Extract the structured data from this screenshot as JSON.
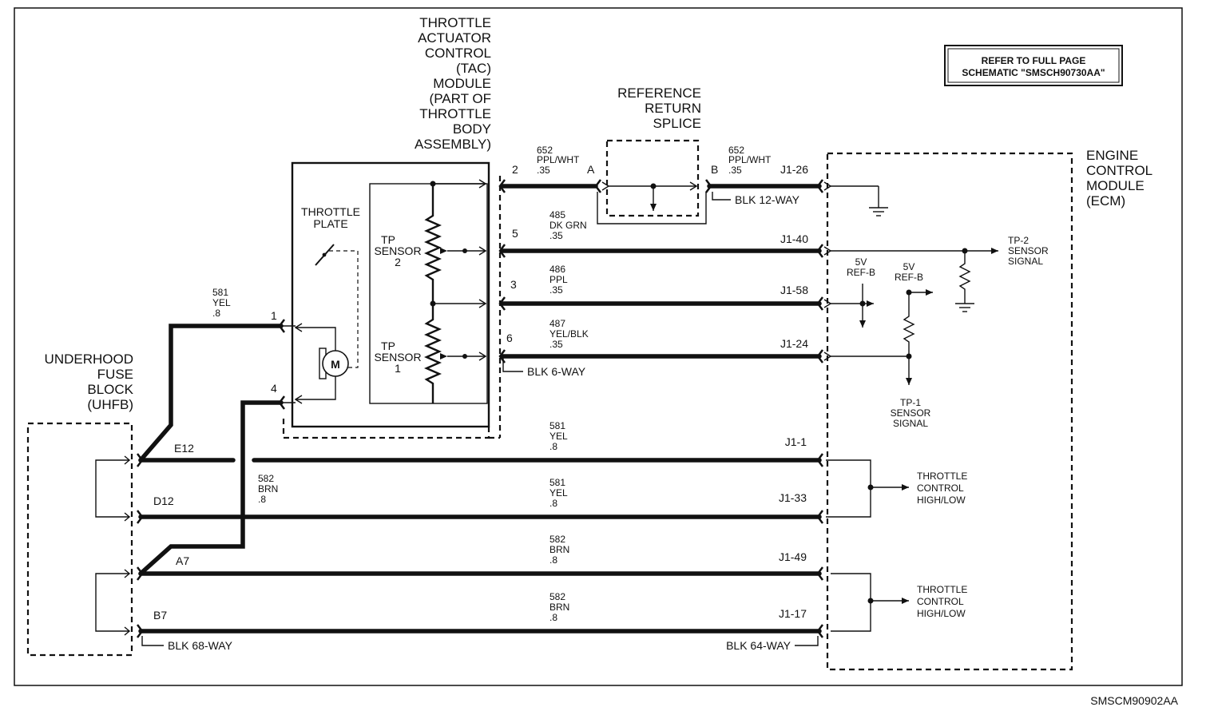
{
  "figure_id": "SMSCM90902AA",
  "refer_box": {
    "line1": "REFER TO FULL PAGE",
    "line2": "SCHEMATIC \"SMSCH90730AA\""
  },
  "tac_module": {
    "lines": [
      "THROTTLE",
      "ACTUATOR",
      "CONTROL",
      "(TAC)",
      "MODULE",
      "(PART OF",
      "THROTTLE",
      "BODY",
      "ASSEMBLY)"
    ],
    "throttle_plate": [
      "THROTTLE",
      "PLATE"
    ],
    "tp_sensor_2": [
      "TP",
      "SENSOR",
      "2"
    ],
    "tp_sensor_1": [
      "TP",
      "SENSOR",
      "1"
    ],
    "motor": "M",
    "connector": "BLK 6-WAY",
    "pins": {
      "p1": "1",
      "p4": "4",
      "p2": "2",
      "p5": "5",
      "p3": "3",
      "p6": "6"
    }
  },
  "splice": {
    "lines": [
      "REFERENCE",
      "RETURN",
      "SPLICE"
    ],
    "pin_a": "A",
    "pin_b": "B"
  },
  "ecm": {
    "lines": [
      "ENGINE",
      "CONTROL",
      "MODULE",
      "(ECM)"
    ],
    "connector_top": "BLK 12-WAY",
    "connector_bottom": "BLK 64-WAY",
    "ref_b_1": [
      "5V",
      "REF-B"
    ],
    "ref_b_2": [
      "5V",
      "REF-B"
    ],
    "tp2_signal": [
      "TP-2",
      "SENSOR",
      "SIGNAL"
    ],
    "tp1_signal": [
      "TP-1",
      "SENSOR",
      "SIGNAL"
    ],
    "throttle_ctrl_1": [
      "THROTTLE",
      "CONTROL",
      "HIGH/LOW"
    ],
    "throttle_ctrl_2": [
      "THROTTLE",
      "CONTROL",
      "HIGH/LOW"
    ]
  },
  "uhfb": {
    "lines": [
      "UNDERHOOD",
      "FUSE",
      "BLOCK",
      "(UHFB)"
    ],
    "connector": "BLK 68-WAY"
  },
  "wires": {
    "w652a": {
      "circuit": "652",
      "color": "PPL/WHT",
      "size": ".35"
    },
    "w652b": {
      "circuit": "652",
      "color": "PPL/WHT",
      "size": ".35",
      "pin": "J1-26"
    },
    "w485": {
      "circuit": "485",
      "color": "DK GRN",
      "size": ".35",
      "pin": "J1-40"
    },
    "w486": {
      "circuit": "486",
      "color": "PPL",
      "size": ".35",
      "pin": "J1-58"
    },
    "w487": {
      "circuit": "487",
      "color": "YEL/BLK",
      "size": ".35",
      "pin": "J1-24"
    },
    "w581_tac": {
      "circuit": "581",
      "color": "YEL",
      "size": ".8"
    },
    "w582_tac": {
      "circuit": "582",
      "color": "BRN",
      "size": ".8"
    },
    "wE12": {
      "pin_left": "E12",
      "circuit": "581",
      "color": "YEL",
      "size": ".8",
      "pin": "J1-1"
    },
    "wD12": {
      "pin_left": "D12",
      "circuit": "581",
      "color": "YEL",
      "size": ".8",
      "pin": "J1-33"
    },
    "wA7": {
      "pin_left": "A7",
      "circuit": "582",
      "color": "BRN",
      "size": ".8",
      "pin": "J1-49"
    },
    "wB7": {
      "pin_left": "B7",
      "circuit": "582",
      "color": "BRN",
      "size": ".8",
      "pin": "J1-17"
    }
  }
}
